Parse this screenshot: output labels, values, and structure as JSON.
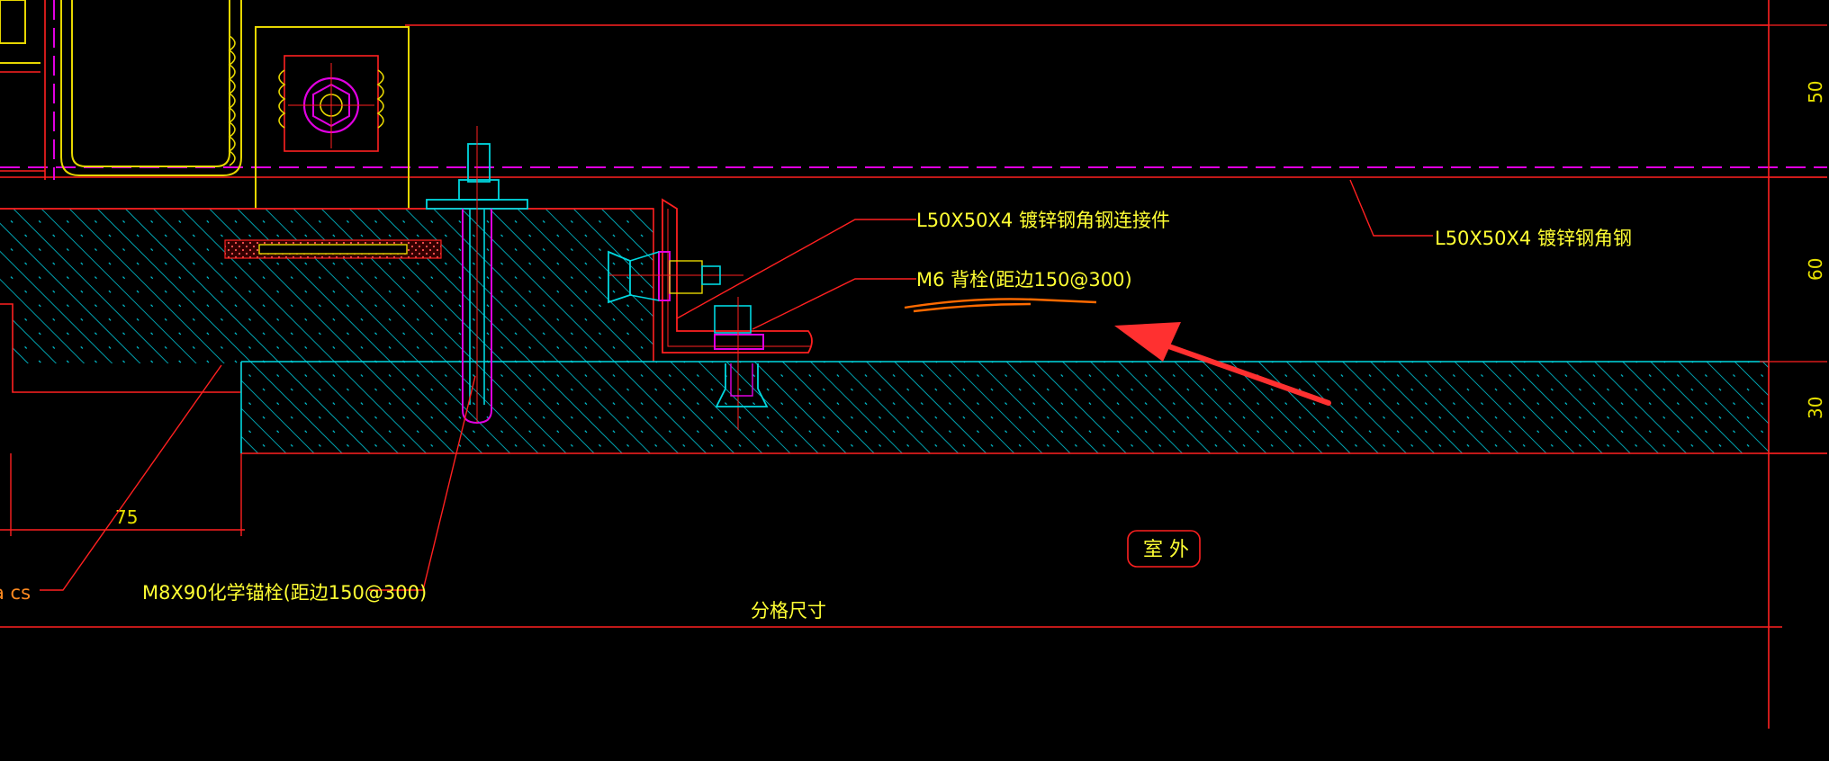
{
  "annotations": {
    "connector": "L50X50X4 镀锌钢角钢连接件",
    "angle_steel": "L50X50X4 镀锌钢角钢",
    "back_bolt": "M6 背栓(距边150@300)",
    "chem_anchor": "M8X90化学锚栓(距边150@300)",
    "outdoor": "室 外",
    "grid_size": "分格尺寸",
    "cut_label": "a cs"
  },
  "dimensions": {
    "d75": "75",
    "d50": "50",
    "d60": "60",
    "d30": "30"
  },
  "colors": {
    "background": "#000000",
    "outline_red": "#ff2020",
    "hatch_cyan": "#00d8e0",
    "text_yellow": "#ffff33",
    "magenta_dash": "#e000e0",
    "yellow_part": "#e6d600",
    "orange_mark": "#ff6a00",
    "arrow_red": "#ff3030"
  }
}
